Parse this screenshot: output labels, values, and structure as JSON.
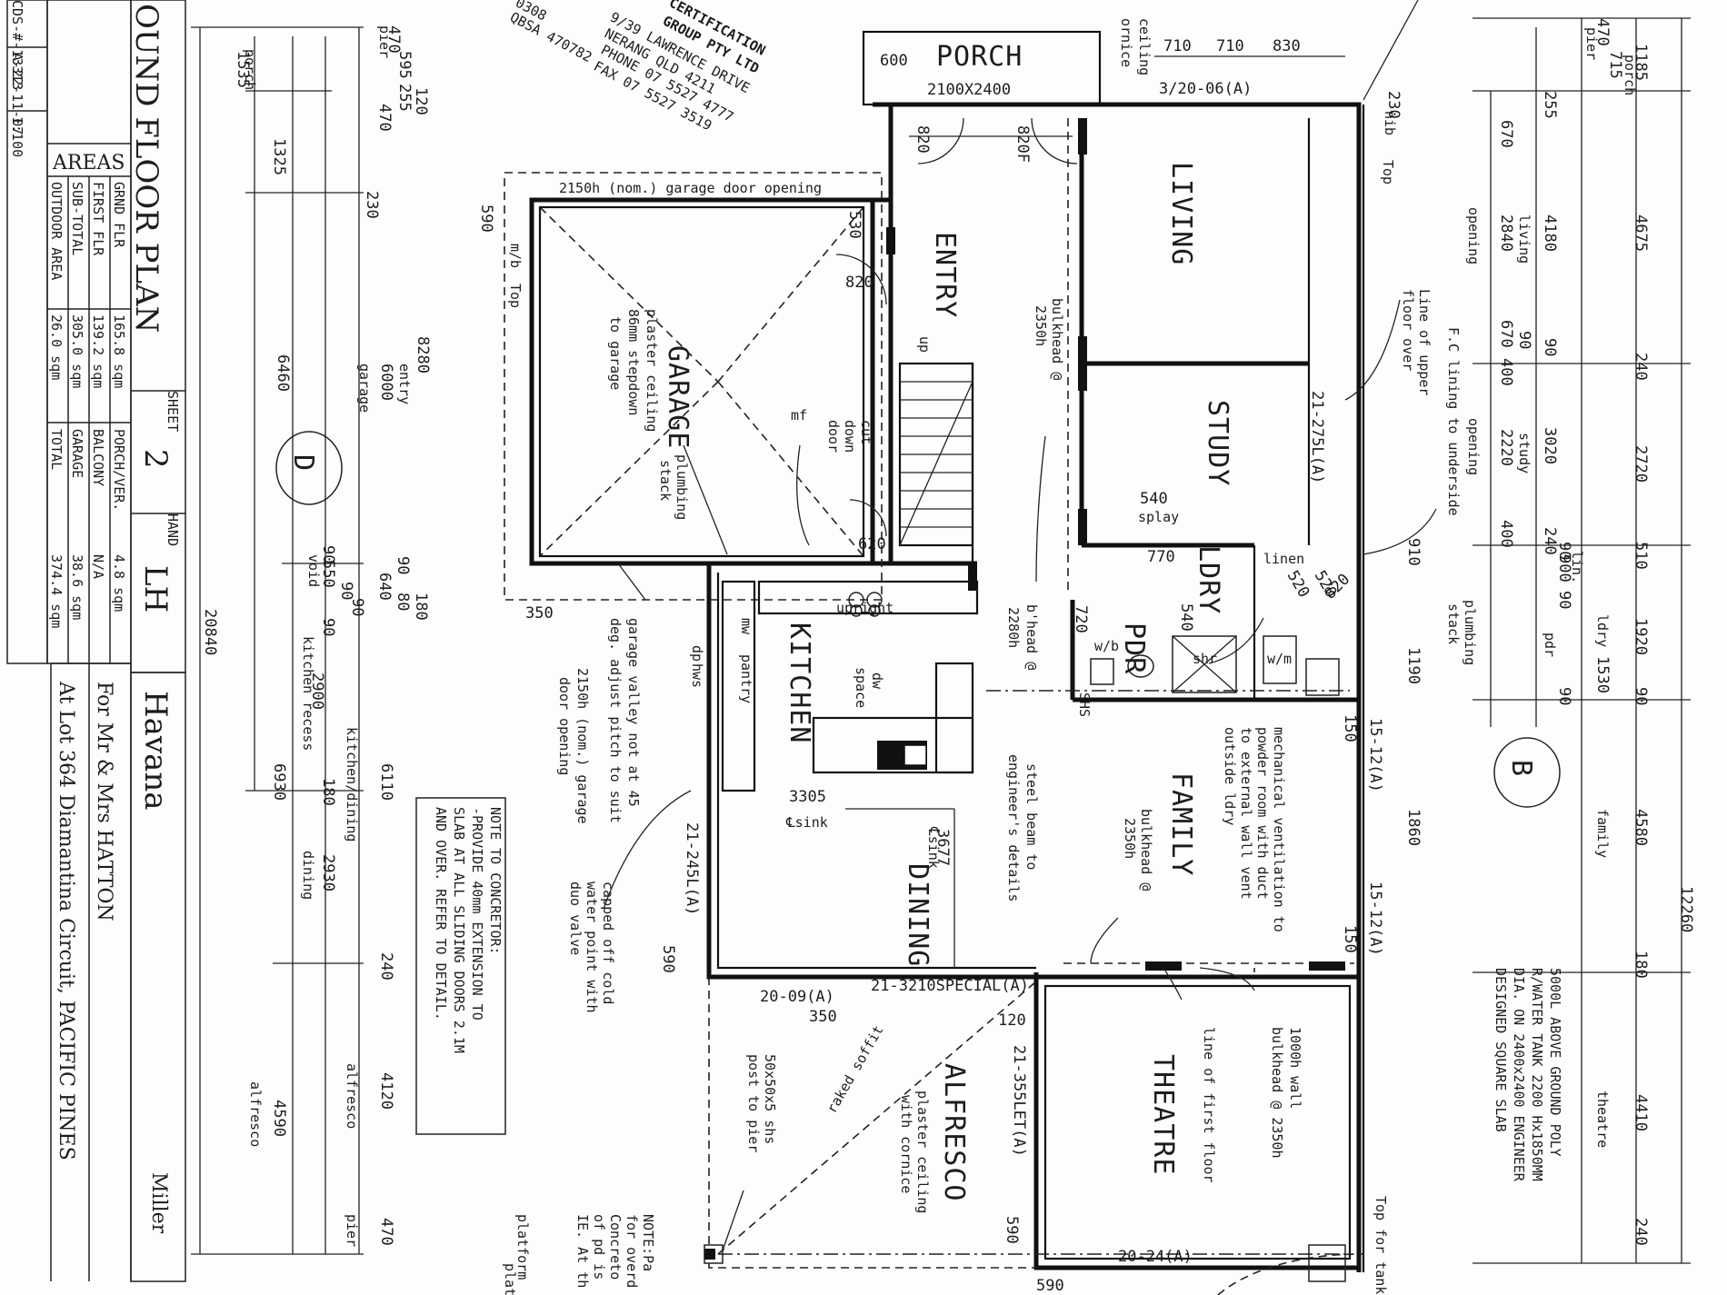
{
  "title_block": {
    "drawing_title": "OUND FLOOR PLAN",
    "sheet_label": "SHEET",
    "sheet_number": "2",
    "hand_label": "HAND",
    "hand_value": "LH",
    "design_name": "Havana",
    "builder": "Miller",
    "for_line": "For Mr & Mrs HATTON",
    "at_line": "At Lot 364 Diamantina Circuit, PACIFIC PINES",
    "job_number": "CDS-#-13313",
    "date": "A-22-11-07",
    "scale": "1:100",
    "areas_heading": "AREAS",
    "areas": [
      {
        "label": "GRND FLR",
        "value": "165.8 sqm",
        "label2": "PORCH/VER.",
        "value2": "4.8 sqm"
      },
      {
        "label": "FIRST FLR",
        "value": "139.2 sqm",
        "label2": "BALCONY",
        "value2": "N/A"
      },
      {
        "label": "SUB-TOTAL",
        "value": "305.0 sqm",
        "label2": "GARAGE",
        "value2": "38.6 sqm"
      },
      {
        "label": "OUTDOOR AREA",
        "value": "26.0 sqm",
        "label2": "TOTAL",
        "value2": "374.4 sqm"
      }
    ]
  },
  "stamp": {
    "line1": "CERTIFICATION",
    "line2": "GROUP PTY LTD",
    "line3": "9/39 LAWRENCE DRIVE",
    "line4": "NERANG QLD 4211",
    "line5": "PHONE 07 5527 4777",
    "line6": "FAX 07 5527 3519",
    "frag1": "0308",
    "frag2": "QBSA 470782"
  },
  "rooms": {
    "porch": "PORCH",
    "porch_size": "2100X2400",
    "entry": "ENTRY",
    "living": "LIVING",
    "study": "STUDY",
    "garage": "GARAGE",
    "kitchen": "KITCHEN",
    "dining": "DINING",
    "family": "FAMILY",
    "theatre": "THEATRE",
    "alfresco": "ALFRESCO",
    "ldry": "LDRY",
    "pdr": "PDR",
    "linen": "linen"
  },
  "notes": {
    "garage_door_top": "2150h (nom.) garage door opening",
    "garage_ceiling_1": "plaster ceiling",
    "garage_ceiling_2": "86mm stepdown",
    "garage_ceiling_3": "to garage",
    "cut_down_door_1": "cut",
    "cut_down_door_2": "down",
    "cut_down_door_3": "door",
    "plumbing_stack_1": "plumbing",
    "plumbing_stack_2": "stack",
    "bulkhead_entry_1": "bulkhead @",
    "bulkhead_entry_2": "2350h",
    "splay": "splay",
    "upright": "upright",
    "bhead_1": "b'head @",
    "bhead_2": "2280h",
    "steel_beam_1": "steel beam to",
    "steel_beam_2": "engineer's details",
    "mech_vent_1": "mechanical ventilation to",
    "mech_vent_2": "powder room with duct",
    "mech_vent_3": "to external wall vent",
    "mech_vent_4": "outside ldry",
    "family_bulkhead_1": "bulkhead @",
    "family_bulkhead_2": "2350h",
    "wall_1000_1": "1000h wall",
    "wall_1000_2": "bulkhead @ 2350h",
    "first_floor_line_1": "line of first floor",
    "garage_valley_1": "garage valley not at 45",
    "garage_valley_2": "deg. adjust pitch to suit",
    "garage_door_bottom_1": "2150h (nom.) garage",
    "garage_door_bottom_2": "door opening",
    "capped_1": "capped off cold",
    "capped_2": "water point with",
    "capped_3": "duo valve",
    "post_1": "50x50x5 shs",
    "post_2": "post to pier",
    "raked_soffit": "raked soffit",
    "alfresco_ceiling_1": "plaster ceiling",
    "alfresco_ceiling_2": "with cornice",
    "concretor_1": "NOTE TO CONCRETOR:",
    "concretor_2": "-PROVIDE 40mm EXTENSION TO",
    "concretor_3": "SLAB AT ALL SLIDING DOORS 2.1M",
    "concretor_4": "AND OVER. REFER TO DETAIL.",
    "tank_1": "5000L ABOVE GROUND POLY",
    "tank_2": "R/WATER TANK 2200 Hx1850MM",
    "tank_3": "DIA. ON 2400x2400 ENGINEER",
    "tank_4": "DESIGNED SQUARE SLAB",
    "upper_floor_1": "Line of upper",
    "upper_floor_2": "floor over",
    "fc_lining": "F.C lining to underside",
    "plumbing_stack_r_1": "plumbing",
    "plumbing_stack_r_2": "stack",
    "tap_top": "Top",
    "tap_tank_1": "Top for tank",
    "ceiling_cornice_1": "ceiling",
    "ceiling_cornice_2": "ornice",
    "note_pad_1": "NOTE:Pa",
    "note_pad_2": "for overd",
    "note_pad_3": "Concreto",
    "note_pad_4": "of pd is",
    "note_pad_5": "IE. At th",
    "platform_1": "platform",
    "platform_2": "platform",
    "mb": "m/b",
    "tap_left": "Top",
    "shs": "SHS",
    "dp": "dp",
    "hws": "hws",
    "pantry": "pantry",
    "mw": "mw",
    "dw_1": "dw",
    "dw_2": "space",
    "csink_1": "℄sink",
    "csink_2": "℄sink",
    "wb": "w/b",
    "shr": "shr",
    "wm": "w/m",
    "nib": "nib",
    "up": "up",
    "pier": "pier",
    "void": "void",
    "mf": "mf"
  },
  "window_codes": {
    "w1": "3/20-06(A)",
    "w2": "21-275L(A)",
    "w3": "15-12(A)",
    "w4": "15-12(A)",
    "w5": "21-245L(A)",
    "w6": "20-09(A)",
    "w7": "21-3210SPECIAL(A)",
    "w8": "21-355LET(A)",
    "w9": "20-24(A)"
  },
  "dims_left": {
    "d1535": "1535",
    "porch": "porch",
    "d1325": "1325",
    "d120": "120",
    "d470a": "470",
    "d595": "595",
    "d255": "255",
    "d470b": "470",
    "pier": "pier",
    "d230": "230",
    "d8280": "8280",
    "entry": "entry",
    "d6000": "6000",
    "garage": "garage",
    "d6460": "6460",
    "d90a": "90",
    "d640": "640",
    "d80": "80",
    "d180a": "180",
    "d90b": "90",
    "d550": "550",
    "d90c": "90",
    "d90d": "90",
    "d90e": "90",
    "void": "void",
    "d2900": "2900",
    "kitchen_recess": "kitchen recess",
    "d6110": "6110",
    "kitchen_dining": "kitchen/dining",
    "d180b": "180",
    "d2930": "2930",
    "dining": "dining",
    "d6930": "6930",
    "d240": "240",
    "d4120": "4120",
    "alfresco_a": "alfresco",
    "d4590": "4590",
    "alfresco_b": "alfresco",
    "d470c": "470",
    "pier_b": "pier",
    "total": "20840"
  },
  "dims_right": {
    "d1185": "1185",
    "d470": "470",
    "d715": "715",
    "pier": "pier",
    "porch": "porch",
    "d255": "255",
    "d670a": "670",
    "opening_a": "opening",
    "d2840": "2840",
    "living": "living",
    "d4180": "4180",
    "d4675": "4675",
    "d90a": "90",
    "d670b": "670",
    "d400a": "400",
    "d90b": "90",
    "d240a": "240",
    "opening_b": "opening",
    "d2220": "2220",
    "study": "study",
    "d3020": "3020",
    "d2720": "2720",
    "d400b": "400",
    "d240b": "240",
    "d90c": "90",
    "lin": "lin.",
    "d510": "510",
    "d900": "900",
    "d90d": "90",
    "d1920": "1920",
    "ldry": "ldry",
    "pdr": "pdr",
    "d1530": "1530",
    "d90e": "90",
    "d90f": "90",
    "d4580": "4580",
    "family": "family",
    "d12260": "12260",
    "d180": "180",
    "d4410": "4410",
    "theatre": "theatre",
    "d240c": "240"
  },
  "dims_top": {
    "d710a": "710",
    "d710b": "710",
    "d830": "830",
    "d600": "600",
    "d820a": "820",
    "d820f": "820F",
    "d230": "230",
    "d530": "530",
    "d590a": "590",
    "d820b": "820",
    "d620": "620",
    "d540a": "540",
    "d770": "770",
    "d540b": "540",
    "d720": "720",
    "d520a": "520",
    "d520b": "520",
    "d820c": "820",
    "d910": "910",
    "d1190": "1190",
    "d150a": "150",
    "d1860": "1860",
    "d150b": "150",
    "d3305": "3305",
    "d3677": "3677",
    "d350a": "350",
    "d590b": "590",
    "d350b": "350",
    "d120": "120",
    "d590c": "590",
    "d590d": "590"
  },
  "grid_markers": {
    "b": "B",
    "d": "D"
  }
}
